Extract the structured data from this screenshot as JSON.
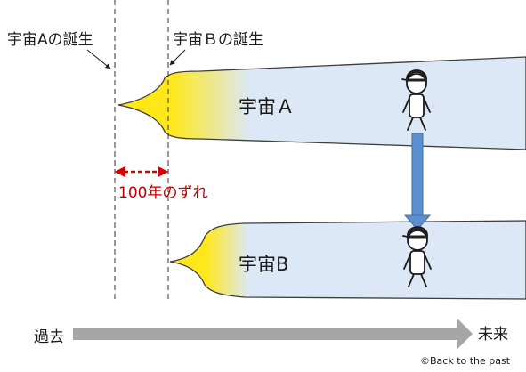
{
  "labels": {
    "birth_a": "宇宙Aの誕生",
    "birth_b": "宇宙Ｂの誕生",
    "universe_a": "宇宙Ａ",
    "universe_b": "宇宙B",
    "offset": "100年のずれ",
    "past": "過去",
    "future": "未来",
    "copyright": "©Back to the past"
  },
  "colors": {
    "universe_fill": "#dce8f5",
    "universe_stroke": "#3d3d3d",
    "big_bang": "#ffe81a",
    "transfer_arrow": "#5b8fd0",
    "offset_arrow": "#d40000",
    "time_axis": "#a6a6a6",
    "dashed_line": "#555555"
  },
  "icons": {
    "person_a": "person-icon",
    "person_b": "person-icon"
  }
}
